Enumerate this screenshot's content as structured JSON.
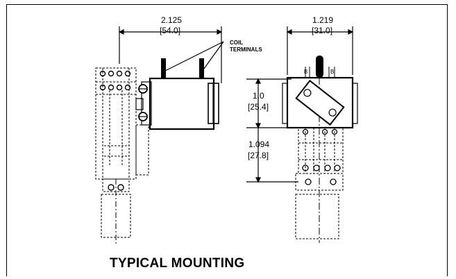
{
  "left_view": {
    "width_in": "2.125",
    "width_mm": "[54.0]",
    "callout": [
      "COIL",
      "TERMINALS"
    ]
  },
  "right_view": {
    "width_in": "1.219",
    "width_mm": "[31.0]",
    "height1_in": "1.0",
    "height1_mm": "[25.4]",
    "height2_in": "1.094",
    "height2_mm": "[27.8]"
  },
  "caption": "TYPICAL MOUNTING"
}
